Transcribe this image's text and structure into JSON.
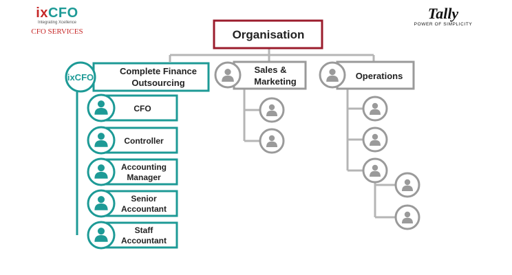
{
  "logos": {
    "ixcfo": {
      "brand_prefix": "ix",
      "brand_suffix": "CFO",
      "tagline": "Integrating Xcellence",
      "services": "CFO SERVICES"
    },
    "tally": {
      "brand": "Tally",
      "tagline": "POWER OF SIMPLICITY"
    }
  },
  "root": {
    "label": "Organisation"
  },
  "branches": {
    "finance": {
      "badge": "ixCFO",
      "label_lines": [
        "Complete Finance",
        "Outsourcing"
      ],
      "roles": [
        {
          "lines": [
            "CFO"
          ]
        },
        {
          "lines": [
            "Controller"
          ]
        },
        {
          "lines": [
            "Accounting",
            "Manager"
          ]
        },
        {
          "lines": [
            "Senior",
            "Accountant"
          ]
        },
        {
          "lines": [
            "Staff",
            "Accountant"
          ]
        }
      ]
    },
    "sales": {
      "label_lines": [
        "Sales &",
        "Marketing"
      ],
      "member_count": 2
    },
    "operations": {
      "label": "Operations",
      "member_count": 3,
      "sub_member_count": 2
    }
  },
  "colors": {
    "teal": "#1d9a96",
    "gray": "#9a9a9a",
    "maroon": "#9b1c2c",
    "text": "#222222"
  }
}
